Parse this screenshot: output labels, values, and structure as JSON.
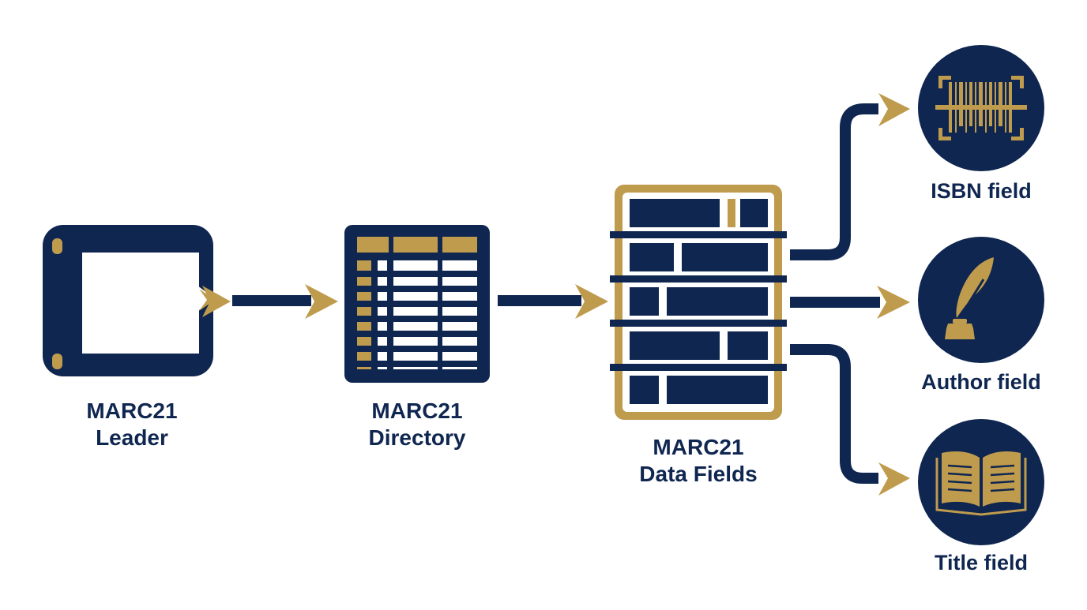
{
  "colors": {
    "navy": "#0f2650",
    "gold": "#bf9b4d",
    "white": "#ffffff"
  },
  "nodes": {
    "leader": {
      "line1": "MARC21",
      "line2": "Leader",
      "icon": "document-frame-icon"
    },
    "directory": {
      "line1": "MARC21",
      "line2": "Directory",
      "icon": "table-grid-icon"
    },
    "data_fields": {
      "line1": "MARC21",
      "line2": "Data Fields",
      "icon": "field-blocks-icon"
    }
  },
  "outputs": {
    "isbn": {
      "label": "ISBN field",
      "icon": "barcode-icon"
    },
    "author": {
      "label": "Author field",
      "icon": "quill-inkwell-icon"
    },
    "title": {
      "label": "Title field",
      "icon": "open-book-icon"
    }
  }
}
